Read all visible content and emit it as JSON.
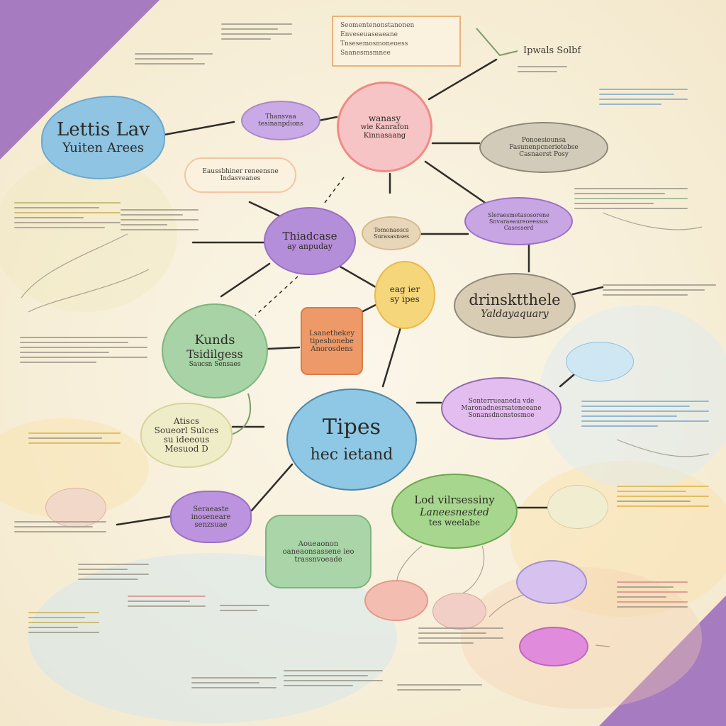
{
  "colors": {
    "corner_purple": "#a77bbf",
    "blue": "#8fc4e3",
    "purple": "#b58ed9",
    "pink": "#f4b6b9",
    "green": "#a7d3a6",
    "orange": "#ee9a68",
    "yellow": "#f6d67a",
    "taupe": "#cfc3ac",
    "lilac": "#d8b6ea",
    "cream": "#efe9c8",
    "magenta": "#d989d4"
  },
  "nodes": {
    "top_left_blue": {
      "line1": "Lettis Lav",
      "line2": "Yuiten Arees"
    },
    "top_pink": {
      "line1": "wanasy",
      "line2": "wie Kanrafon",
      "line3": "Kinnasaang"
    },
    "center_purple": {
      "line1": "Thiadcase",
      "line2": "ay anpuday"
    },
    "right_taupe": {
      "line1": "drinsktthele",
      "line2": "Yaldayaquary"
    },
    "left_green": {
      "line1": "Kunds",
      "line2": "Tsidilgess",
      "line3": "Saucsn Sensaes"
    },
    "center_blue": {
      "line1": "Tipes",
      "line2": "hec ietand"
    },
    "yellow_small": {
      "line1": "eag ier",
      "line2": "sy ipes"
    },
    "lower_green_oval": {
      "line1": "Lod vilrsessiny",
      "line2": "Laneesnested",
      "line3": "tes weelabe"
    },
    "left_cream": {
      "line1": "Atiscs",
      "line2": "Soueorl Sulces",
      "line3": "su ideeous",
      "line4": "Mesuod D"
    },
    "orange_box": {
      "line1": "Lsanethekey",
      "line2": "tipeshonebe",
      "line3": "Anorosdens"
    },
    "small_purple_top": {
      "line1": "Thansvaa",
      "line2": "tesinanpdions"
    },
    "upper_note": {
      "line1": "Eaussbhiner reneensne",
      "line2": "Indasveanes"
    },
    "right_grey_oval": {
      "line1": "Ponoesiounsa",
      "line2": "Fasunenpcneriotebse",
      "line3": "Casnaerst Posy"
    },
    "right_purple_oval": {
      "line1": "Sleraesmetasosorene",
      "line2": "Snvaraeaureoeessos",
      "line3": "Casesserd"
    },
    "tan_small": {
      "line1": "Tomonaoscs",
      "line2": "Surasasnses"
    },
    "lilac_oval": {
      "line1": "Sonterrueaneda vde",
      "line2": "Maronadnesrsateneeane",
      "line3": "Sonansdnonstosmoe"
    },
    "lower_purple": {
      "line1": "Seraeaste",
      "line2": "inoseneare",
      "line3": "senzsuae"
    },
    "lower_green_box": {
      "line1": "Aoueaonon",
      "line2": "oaneaonsassene ieo",
      "line3": "trassnvoeade"
    }
  },
  "top_right_note": "Ipwals Solbf",
  "top_box_lines": [
    "Seomentenonstanonen",
    "Enveseuaseaeane",
    "Tnsesemosmoneoess",
    "Saanesmsmnee"
  ]
}
